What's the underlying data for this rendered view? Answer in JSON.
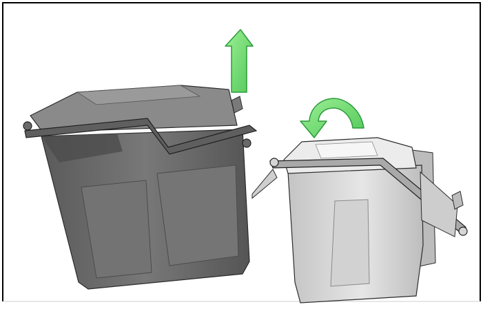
{
  "illustration": {
    "bins": [
      {
        "name": "container-lifted",
        "shade": "dark-grey"
      },
      {
        "name": "container-lid-closing",
        "shade": "light-grey"
      }
    ],
    "indicators": [
      {
        "name": "up-arrow-icon",
        "meaning": "lift"
      },
      {
        "name": "curved-arrow-icon",
        "meaning": "rotate"
      }
    ]
  },
  "colors": {
    "border": "#000000",
    "background": "#ffffff",
    "arrow": "#7ee07a",
    "arrow_stroke": "#2a9a3a",
    "dark_bin": "#6e6e6e",
    "dark_bin_shadow": "#4a4a4a",
    "dark_bin_lid": "#858585",
    "light_bin": "#d9d9d9",
    "light_bin_shadow": "#a8a8a8",
    "light_bin_lid": "#ececec",
    "outline": "#2b2b2b"
  }
}
